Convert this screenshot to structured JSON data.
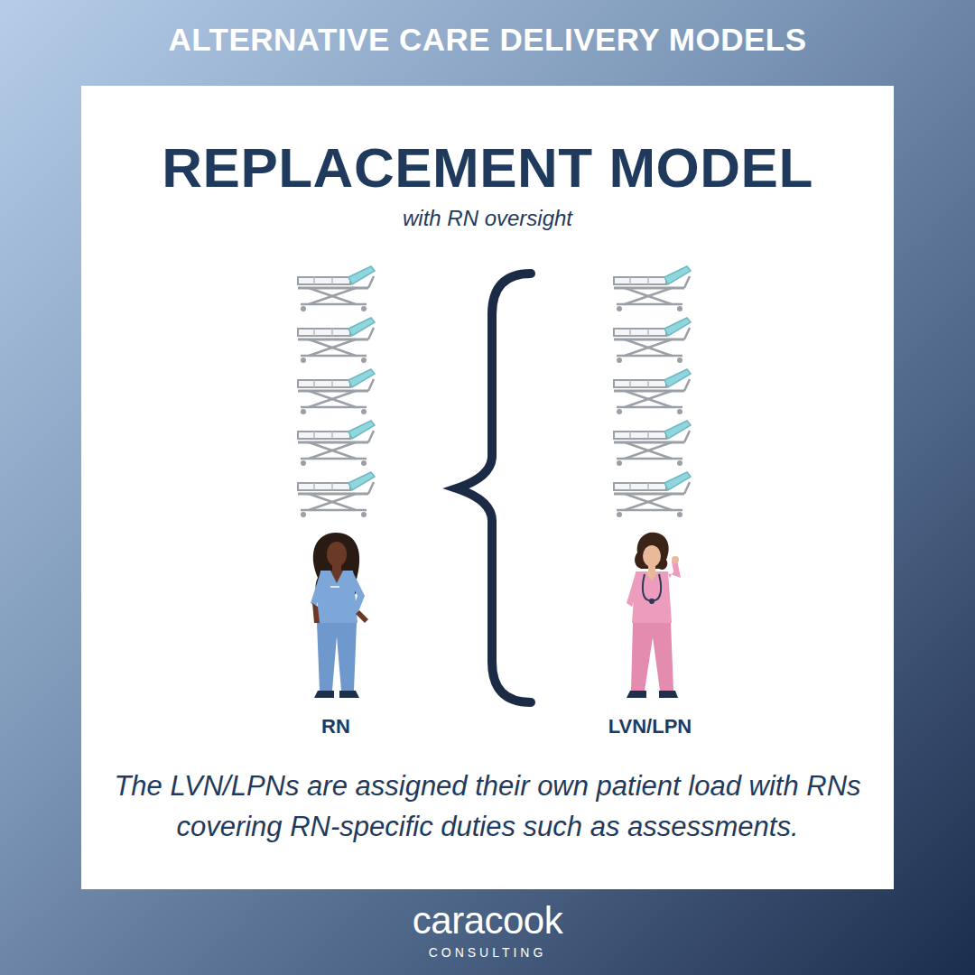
{
  "diagram": {
    "title": "ALTERNATIVE CARE DELIVERY MODELS",
    "caption": "The LVN/LPNs are assigned their own patient load with RNs covering RN-specific duties such as assessments.",
    "nodes": [
      {
        "text": [
          "REPLACEMENT MODEL",
          "with RN oversight"
        ]
      }
    ],
    "labels": [
      "RN",
      "LVN/LPN",
      "caracook",
      "CONSULTING"
    ]
  }
}
